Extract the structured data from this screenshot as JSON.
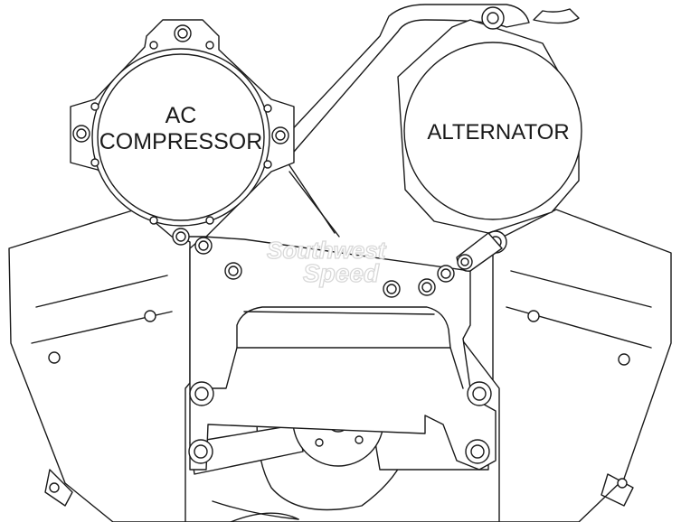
{
  "labels": {
    "ac_line1": "AC",
    "ac_line2": "COMPRESSOR",
    "alternator": "ALTERNATOR"
  },
  "watermark": {
    "line1": "Southwest",
    "line2": "Speed"
  },
  "colors": {
    "line": "#1a1a1a",
    "background": "#ffffff",
    "watermark_outline": "#d8d8d8"
  }
}
